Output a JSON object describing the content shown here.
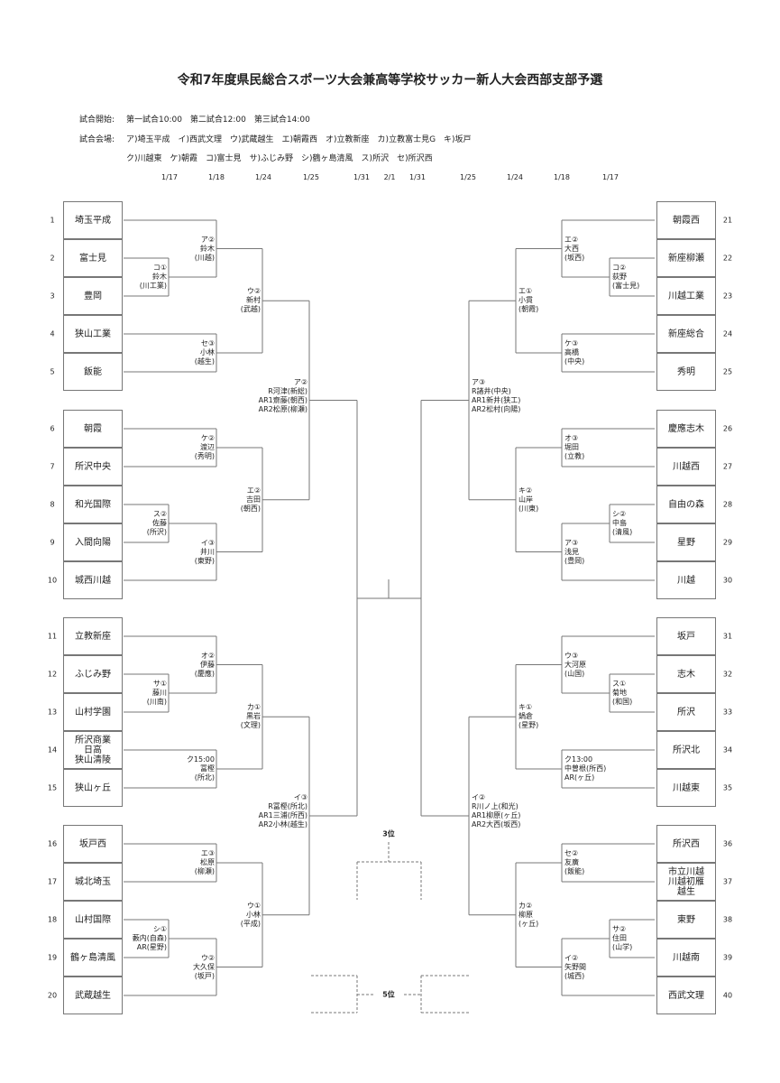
{
  "title": "令和7年度県民総合スポーツ大会兼高等学校サッカー新人大会西部支部予選",
  "schedule": {
    "label": "試合開始:",
    "text": "第一試合10:00　第二試合12:00　第三試合14:00"
  },
  "venues": {
    "label": "試合会場:",
    "row1": "ア)埼玉平成　イ)西武文理　ウ)武蔵越生　エ)朝霞西　オ)立教新座　カ)立教富士見G　キ)坂戸",
    "row2": "ク)川越東　ケ)朝霞　コ)富士見　サ)ふじみ野　シ)鶴ヶ島清風　ス)所沢　セ)所沢西"
  },
  "dates": [
    "1/17",
    "1/18",
    "1/24",
    "1/25",
    "1/31",
    "2/1",
    "1/31",
    "1/25",
    "1/24",
    "1/18",
    "1/17"
  ],
  "left": {
    "groups": [
      {
        "teams": [
          {
            "no": "1",
            "name": "埼玉平成"
          },
          {
            "no": "2",
            "name": "富士見"
          },
          {
            "no": "3",
            "name": "豊岡"
          },
          {
            "no": "4",
            "name": "狭山工業"
          },
          {
            "no": "5",
            "name": "飯能"
          }
        ],
        "matches": [
          [
            "コ①",
            "鈴木",
            "(川工業)"
          ],
          [
            "ア②",
            "鈴木",
            "(川越)"
          ],
          [
            "セ③",
            "小林",
            "(越生)"
          ],
          [
            "ウ②",
            "新村",
            "(武越)"
          ]
        ]
      },
      {
        "teams": [
          {
            "no": "6",
            "name": "朝霞"
          },
          {
            "no": "7",
            "name": "所沢中央"
          },
          {
            "no": "8",
            "name": "和光国際"
          },
          {
            "no": "9",
            "name": "入間向陽"
          },
          {
            "no": "10",
            "name": "城西川越"
          }
        ],
        "matches": [
          [
            "ス②",
            "佐藤",
            "(所沢)"
          ],
          [
            "ケ②",
            "渡辺",
            "(秀明)"
          ],
          [
            "イ③",
            "井川",
            "(東野)"
          ],
          [
            "エ②",
            "吉田",
            "(朝西)"
          ]
        ]
      },
      {
        "teams": [
          {
            "no": "11",
            "name": "立教新座"
          },
          {
            "no": "12",
            "name": "ふじみ野"
          },
          {
            "no": "13",
            "name": "山村学園"
          },
          {
            "no": "14",
            "name": "所沢商業\n日高\n狭山清陵"
          },
          {
            "no": "15",
            "name": "狭山ヶ丘"
          }
        ],
        "matches": [
          [
            "サ①",
            "藤川",
            "(川南)"
          ],
          [
            "オ②",
            "伊藤",
            "(慶應)"
          ],
          [
            "ク15:00",
            "冨樫",
            "(所北)"
          ],
          [
            "カ①",
            "黒岩",
            "(文理)"
          ]
        ]
      },
      {
        "teams": [
          {
            "no": "16",
            "name": "坂戸西"
          },
          {
            "no": "17",
            "name": "城北埼玉"
          },
          {
            "no": "18",
            "name": "山村国際"
          },
          {
            "no": "19",
            "name": "鶴ヶ島清風"
          },
          {
            "no": "20",
            "name": "武蔵越生"
          }
        ],
        "matches": [
          [
            "シ①",
            "藪内(自森)",
            "AR(星野)"
          ],
          [
            "エ③",
            "松原",
            "(柳瀬)"
          ],
          [
            "ウ②",
            "大久保",
            "(坂戸)"
          ],
          [
            "ウ①",
            "小林",
            "(平成)"
          ]
        ]
      }
    ],
    "quarters": [
      [
        "ア②",
        "R河津(新総)",
        "AR1齋藤(朝西)",
        "AR2松原(柳瀬)"
      ],
      [
        "イ③",
        "R冨樫(所北)",
        "AR1三浦(所西)",
        "AR2小林(越生)"
      ]
    ]
  },
  "right": {
    "groups": [
      {
        "teams": [
          {
            "no": "21",
            "name": "朝霞西"
          },
          {
            "no": "22",
            "name": "新座柳瀬"
          },
          {
            "no": "23",
            "name": "川越工業"
          },
          {
            "no": "24",
            "name": "新座総合"
          },
          {
            "no": "25",
            "name": "秀明"
          }
        ],
        "matches": [
          [
            "コ②",
            "荻野",
            "(富士見)"
          ],
          [
            "エ②",
            "大西",
            "(坂西)"
          ],
          [
            "ケ③",
            "高橋",
            "(中央)"
          ],
          [
            "エ①",
            "小貫",
            "(朝霞)"
          ]
        ]
      },
      {
        "teams": [
          {
            "no": "26",
            "name": "慶應志木"
          },
          {
            "no": "27",
            "name": "川越西"
          },
          {
            "no": "28",
            "name": "自由の森"
          },
          {
            "no": "29",
            "name": "星野"
          },
          {
            "no": "30",
            "name": "川越"
          }
        ],
        "matches": [
          [
            "シ②",
            "中島",
            "(清風)"
          ],
          [
            "オ③",
            "堀田",
            "(立教)"
          ],
          [
            "ア③",
            "浅見",
            "(豊岡)"
          ],
          [
            "キ②",
            "山岸",
            "(川東)"
          ]
        ]
      },
      {
        "teams": [
          {
            "no": "31",
            "name": "坂戸"
          },
          {
            "no": "32",
            "name": "志木"
          },
          {
            "no": "33",
            "name": "所沢"
          },
          {
            "no": "34",
            "name": "所沢北"
          },
          {
            "no": "35",
            "name": "川越東"
          }
        ],
        "matches": [
          [
            "ス①",
            "菊地",
            "(和国)"
          ],
          [
            "ウ③",
            "大河原",
            "(山国)"
          ],
          [
            "ク13:00",
            "中曽根(所西)",
            "AR(ヶ丘)"
          ],
          [
            "キ①",
            "鍋倉",
            "(星野)"
          ]
        ]
      },
      {
        "teams": [
          {
            "no": "36",
            "name": "所沢西"
          },
          {
            "no": "37",
            "name": "市立川越\n川越初雁\n越生"
          },
          {
            "no": "38",
            "name": "東野"
          },
          {
            "no": "39",
            "name": "川越南"
          },
          {
            "no": "40",
            "name": "西武文理"
          }
        ],
        "matches": [
          [
            "サ②",
            "住田",
            "(山学)"
          ],
          [
            "セ②",
            "友廣",
            "(飯能)"
          ],
          [
            "イ②",
            "矢野間",
            "(城西)"
          ],
          [
            "カ②",
            "柳原",
            "(ヶ丘)"
          ]
        ]
      }
    ],
    "quarters": [
      [
        "ア③",
        "R諸井(中央)",
        "AR1新井(狭工)",
        "AR2松村(向陽)"
      ],
      [
        "イ②",
        "R川ノ上(和光)",
        "AR1柳原(ヶ丘)",
        "AR2大西(坂西)"
      ]
    ]
  },
  "third_place": "3位",
  "fifth_place": "5位"
}
